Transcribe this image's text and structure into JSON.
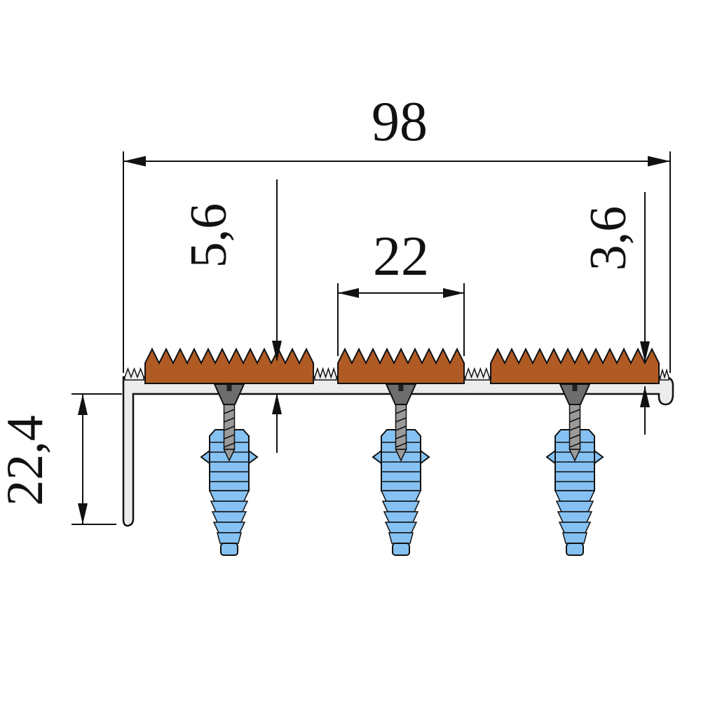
{
  "drawing": {
    "dimensions": {
      "overall_width": "98",
      "insert_height": "5,6",
      "middle_insert_width": "22",
      "insert_thickness": "3,6",
      "nose_height": "22,4"
    },
    "colors": {
      "profile": "#ececec",
      "insert": "#b05a24",
      "anchor": "#85c1f2",
      "screw_head": "#6d6d6d",
      "screw_shaft": "#9a9a9a",
      "line": "#111111"
    }
  }
}
